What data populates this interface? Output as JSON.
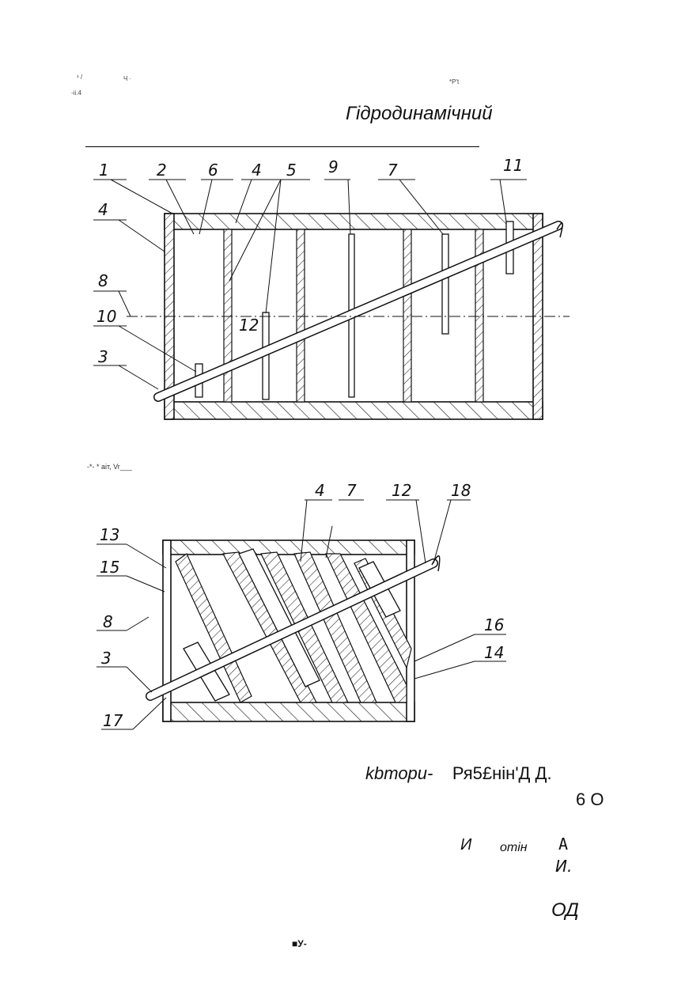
{
  "header_marks": {
    "tl1": "¹  /",
    "tl2": "Ч ·",
    "tl3": "-іі.4",
    "tr": "*Р't"
  },
  "title": "Гідродинамічний",
  "figure1": {
    "labels": [
      "1",
      "2",
      "6",
      "4",
      "5",
      "9",
      "7",
      "11",
      "4",
      "8",
      "10",
      "3"
    ]
  },
  "figure2": {
    "caption_scan": "-*- * аіт, Vr___",
    "labels": [
      "4",
      "7",
      "12",
      "18",
      "13",
      "15",
      "8",
      "3",
      "17",
      "16",
      "14"
    ]
  },
  "authors": {
    "prefix": "kbтори-",
    "names": "Ря5£нін'Д Д.",
    "number": "6 О"
  },
  "inventor_line": {
    "a": "И",
    "b": "отін",
    "c": "А",
    "d": "И."
  },
  "od": "ОД",
  "page_mark": "■У-"
}
